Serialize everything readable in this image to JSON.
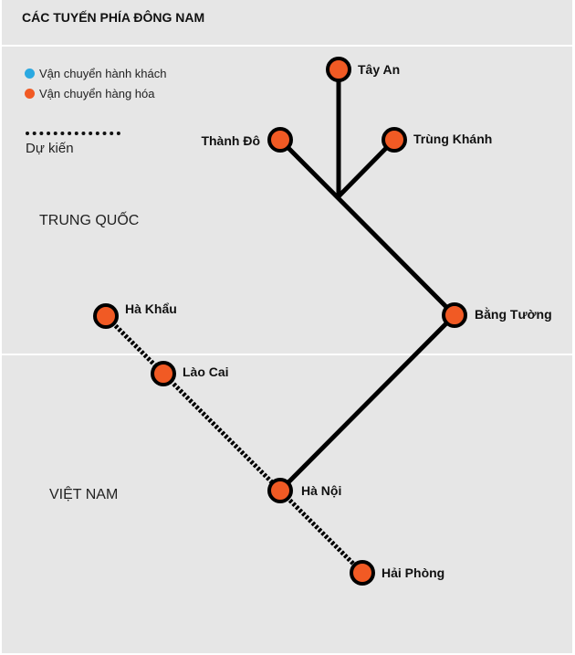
{
  "title": "CÁC TUYẾN PHÍA ĐÔNG NAM",
  "legend": {
    "passenger": {
      "label": "Vận chuyển hành khách",
      "color": "#2ba9e1"
    },
    "freight": {
      "label": "Vận chuyển hàng hóa",
      "color": "#f15a24"
    },
    "planned": {
      "label": "Dự kiến"
    }
  },
  "regions": {
    "china": "TRUNG QUỐC",
    "vietnam": "VIỆT NAM"
  },
  "colors": {
    "background": "#e6e6e6",
    "line": "#000000",
    "station_fill": "#f15a24"
  },
  "stations": {
    "tay_an": "Tây An",
    "thanh_do": "Thành Đô",
    "trung_khanh": "Trùng Khánh",
    "bang_tuong": "Bằng Tường",
    "ha_khau": "Hà Khẩu",
    "lao_cai": "Lào Cai",
    "ha_noi": "Hà Nội",
    "hai_phong": "Hải Phòng"
  }
}
